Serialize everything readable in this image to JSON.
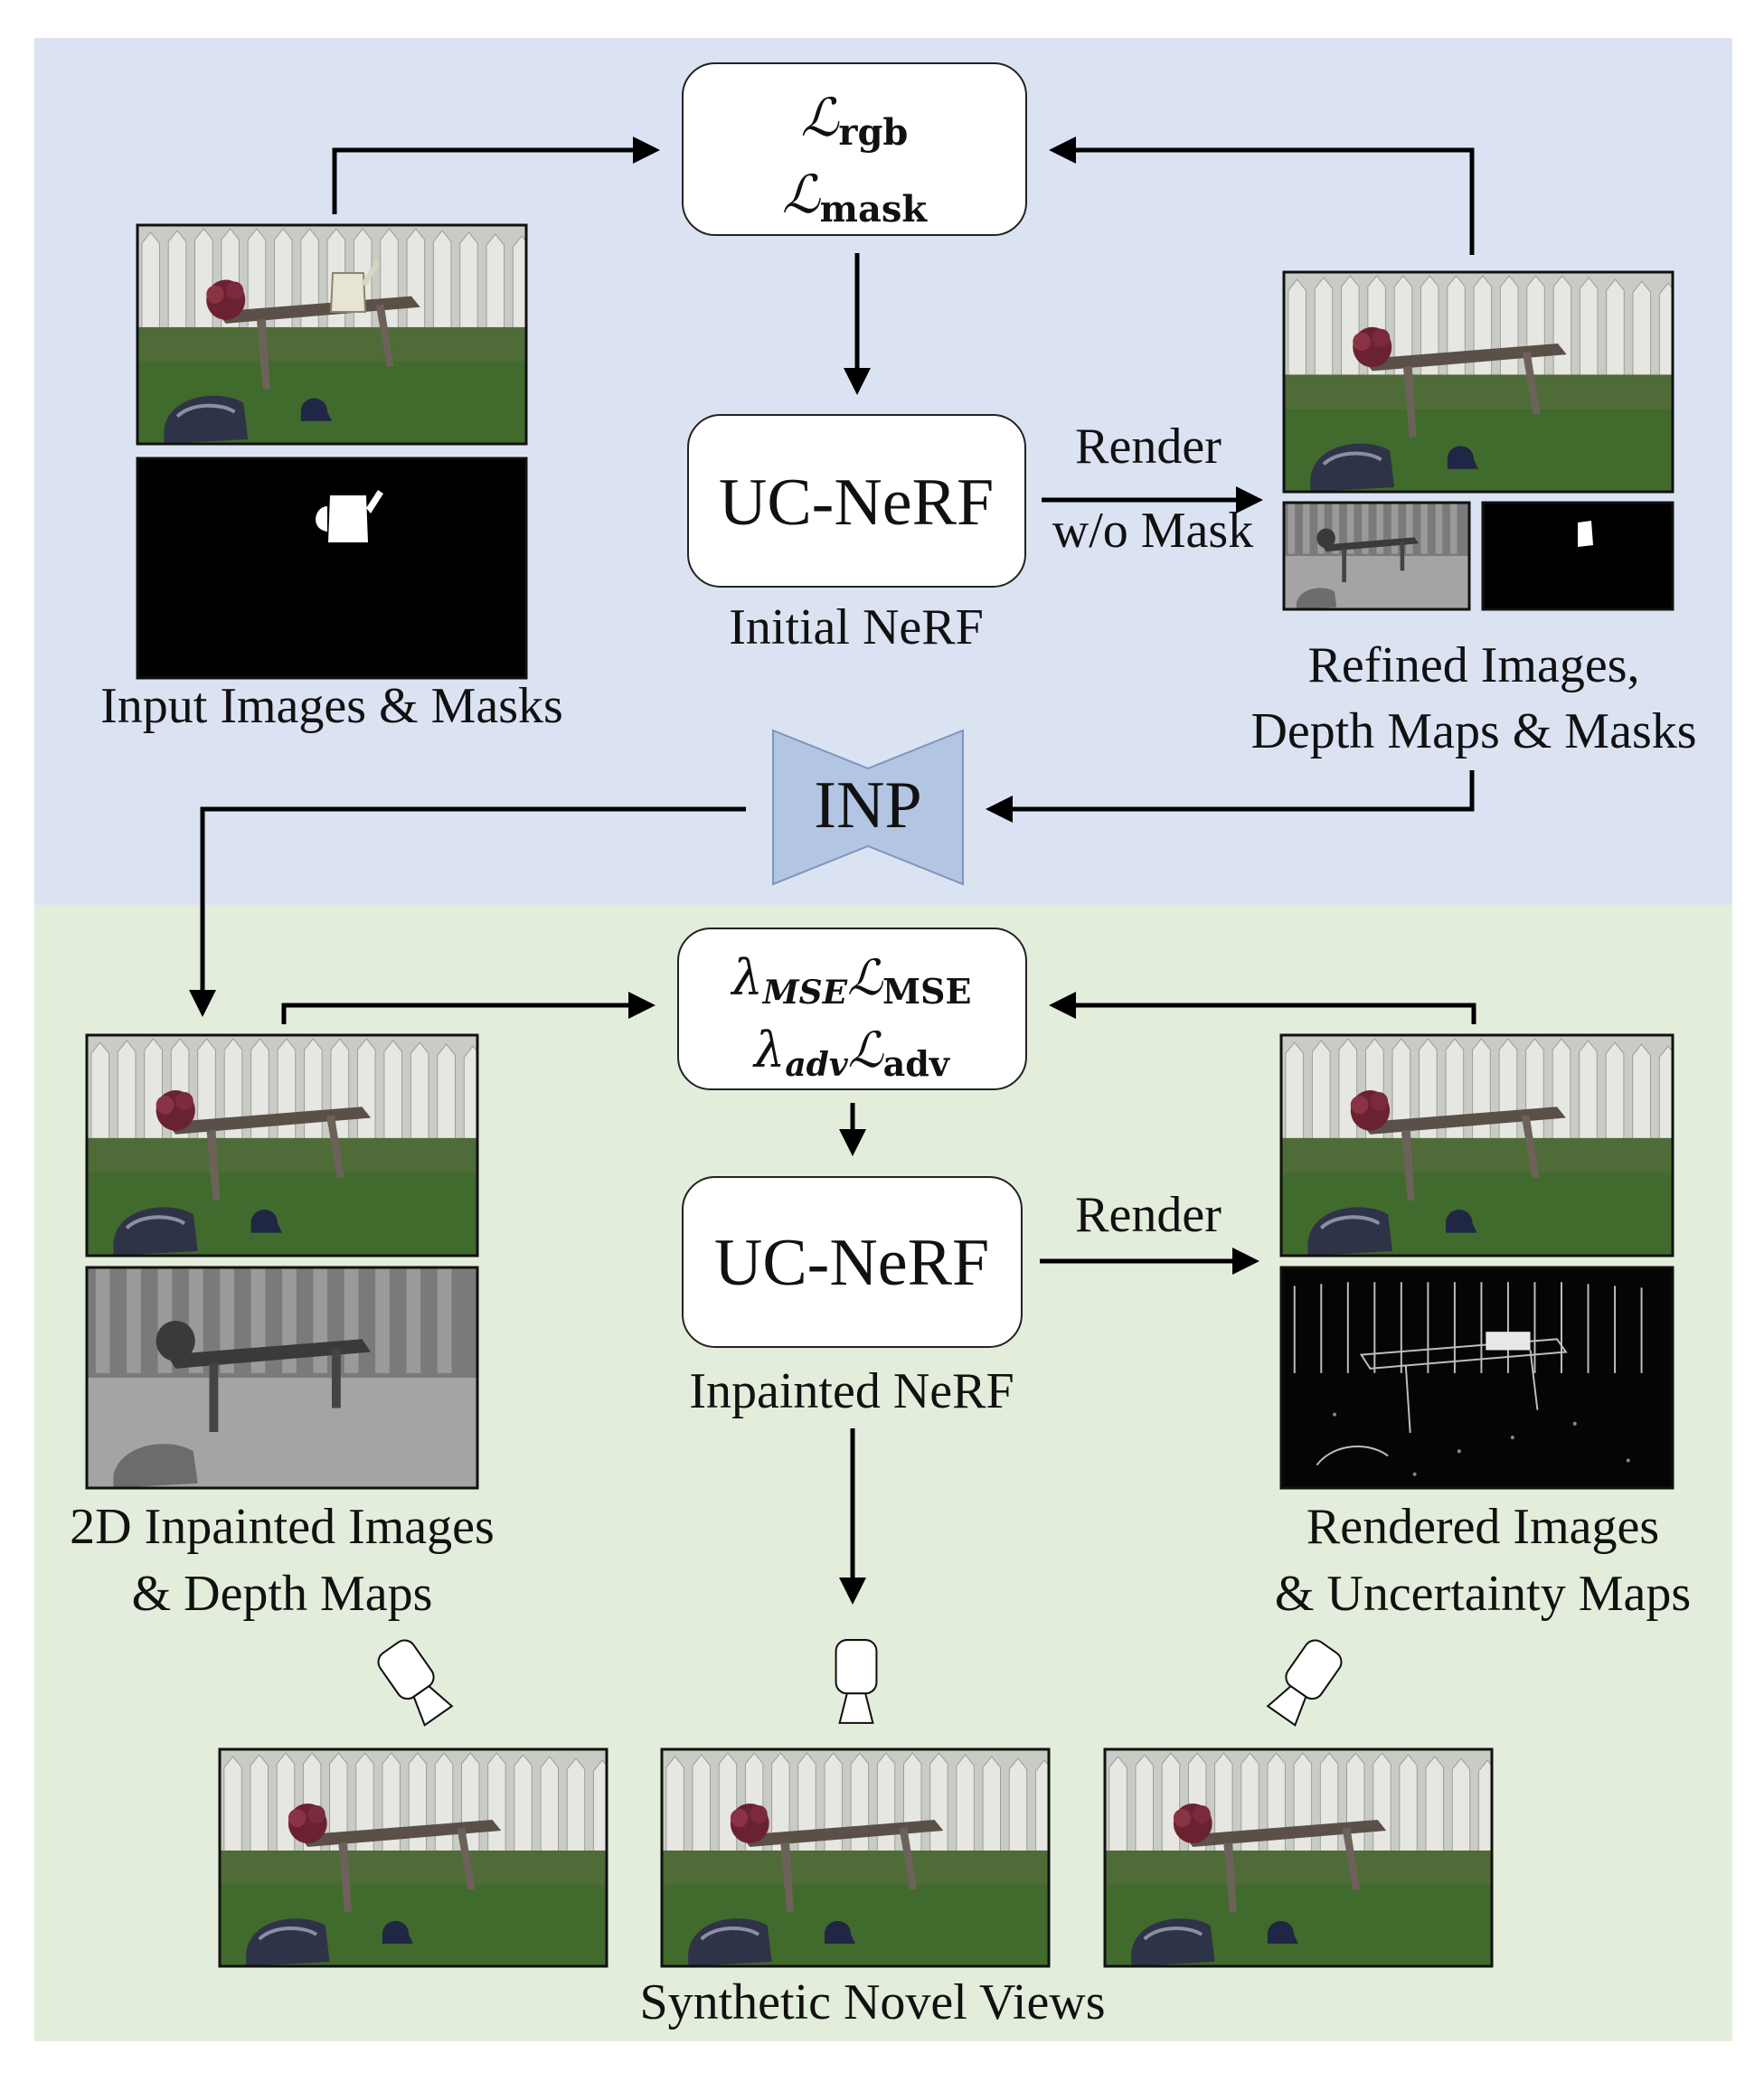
{
  "colors": {
    "top_panel": "#dbe3f3",
    "bottom_panel": "#e3eddb",
    "inp_block": "#b2c5e3",
    "inp_stroke": "#7f95bb"
  },
  "loss_top": {
    "line1_symbol": "ℒ",
    "line1_sub": "rgb",
    "line2_symbol": "ℒ",
    "line2_sub": "mask"
  },
  "initial_nerf": {
    "box_label": "UC-NeRF",
    "caption": "Initial NeRF"
  },
  "render_top": {
    "line1": "Render",
    "line2": "w/o Mask"
  },
  "input_images": {
    "caption": "Input Images & Masks"
  },
  "refined": {
    "caption_line1": "Refined Images,",
    "caption_line2": "Depth Maps & Masks"
  },
  "inp_label": "INP",
  "loss_bottom": {
    "line1_lambda": "λ",
    "line1_lambda_sub": "MSE",
    "line1_symbol": "ℒ",
    "line1_sub": "MSE",
    "line2_lambda": "λ",
    "line2_lambda_sub": "adv",
    "line2_symbol": "ℒ",
    "line2_sub": "adv"
  },
  "inpainted_nerf": {
    "box_label": "UC-NeRF",
    "caption": "Inpainted NeRF"
  },
  "render_bottom": {
    "label": "Render"
  },
  "inpainted_2d": {
    "caption_line1": "2D Inpainted Images",
    "caption_line2": "& Depth Maps"
  },
  "rendered": {
    "caption_line1": "Rendered Images",
    "caption_line2": "& Uncertainty Maps"
  },
  "novel_views": {
    "caption": "Synthetic Novel Views"
  },
  "icons": [
    "camera-icon-left",
    "camera-icon-center",
    "camera-icon-right"
  ]
}
